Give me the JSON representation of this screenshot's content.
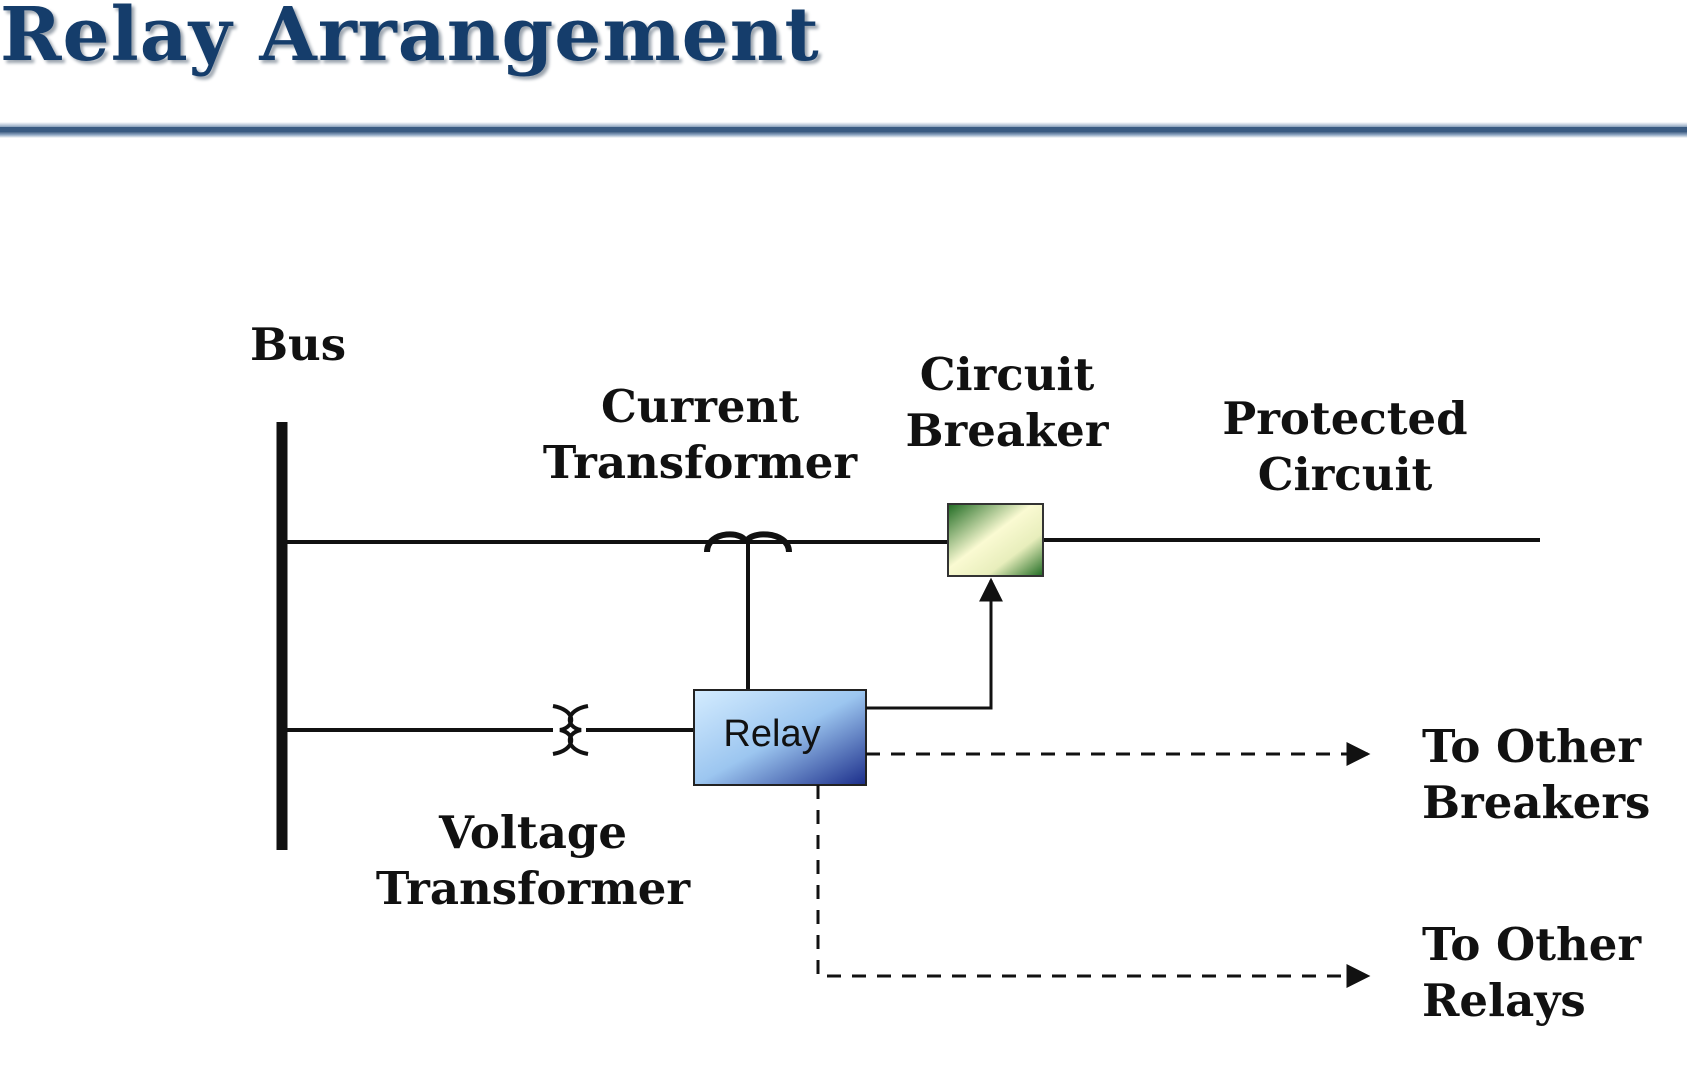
{
  "title": "Relay Arrangement",
  "colors": {
    "title": "#153d6b",
    "line": "#111111",
    "relay_fill_light": "#d4ecff",
    "relay_fill_dark": "#1b2d8a",
    "breaker_fill_light": "#fafad2",
    "breaker_fill_dark": "#1f6b22"
  },
  "diagram": {
    "bus": "Bus",
    "current_transformer": [
      "Current",
      "Transformer"
    ],
    "circuit_breaker": [
      "Circuit",
      "Breaker"
    ],
    "protected_circuit": [
      "Protected",
      "Circuit"
    ],
    "relay": "Relay",
    "voltage_transformer": [
      "Voltage",
      "Transformer"
    ],
    "to_other_breakers": [
      "To Other",
      "Breakers"
    ],
    "to_other_relays": [
      "To Other",
      "Relays"
    ]
  }
}
